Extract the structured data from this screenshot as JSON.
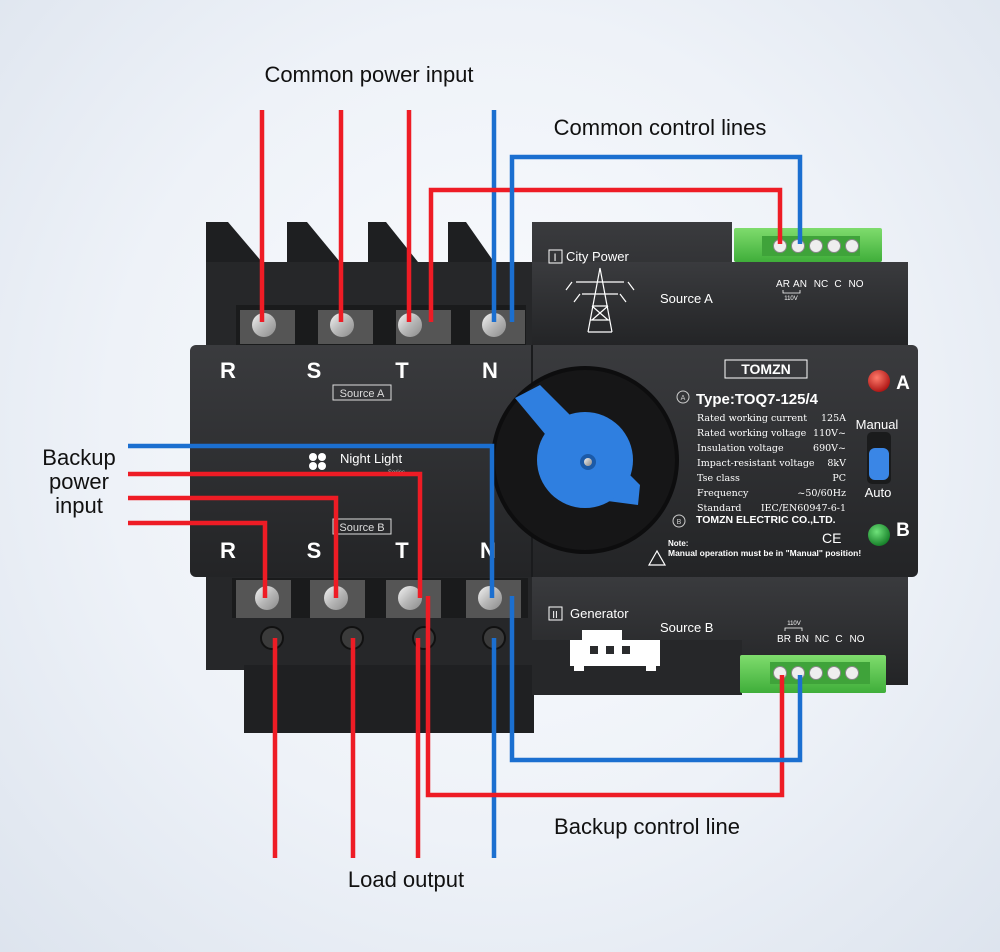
{
  "callouts": {
    "common_power_input": "Common power input",
    "common_control_lines": "Common control lines",
    "backup_power_input": [
      "Backup",
      "power",
      "input"
    ],
    "backup_control_line": "Backup control line",
    "load_output": "Load output"
  },
  "terminals": {
    "top": [
      "R",
      "S",
      "T",
      "N"
    ],
    "bottom": [
      "R",
      "S",
      "T",
      "N"
    ],
    "source_a_tag": "Source A",
    "source_b_tag": "Source B"
  },
  "series_logo": {
    "name": "Night Light",
    "sub": "Series"
  },
  "upper_module": {
    "roman": "I",
    "title": "City Power",
    "source": "Source A",
    "terminal_labels": [
      "AR",
      "AN",
      "NC",
      "C",
      "NO"
    ],
    "voltage": "110V"
  },
  "lower_module": {
    "roman": "II",
    "title": "Generator",
    "source": "Source B",
    "terminal_labels": [
      "BR",
      "BN",
      "NC",
      "C",
      "NO"
    ],
    "voltage": "110V"
  },
  "nameplate": {
    "brand": "TOMZN",
    "type": "Type:TOQ7-125/4",
    "specs": [
      {
        "label": "Rated working current",
        "value": "125A"
      },
      {
        "label": "Rated working voltage",
        "value": "110V~"
      },
      {
        "label": "Insulation voltage",
        "value": "690V~"
      },
      {
        "label": "Impact-resistant voltage",
        "value": "8kV"
      },
      {
        "label": "Tse class",
        "value": "PC"
      },
      {
        "label": "Frequency",
        "value": "~50/60Hz"
      },
      {
        "label": "Standard",
        "value": "IEC/EN60947-6-1"
      }
    ],
    "company": "TOMZN ELECTRIC CO.,LTD.",
    "ce": "CE",
    "note_title": "Note:",
    "note": "Manual operation must be in \"Manual\" position!",
    "pos_a": "A",
    "pos_b": "B"
  },
  "switch_panel": {
    "manual": "Manual",
    "auto": "Auto"
  },
  "indicators": {
    "a_label": "A",
    "b_label": "B",
    "a_color": "#d31818",
    "b_color": "#1f9a2e"
  },
  "colors": {
    "phase_wire": "#ee1c25",
    "neutral_wire": "#1b6fd0",
    "handle": "#2f7fe0",
    "body": "#2a2b2d"
  }
}
